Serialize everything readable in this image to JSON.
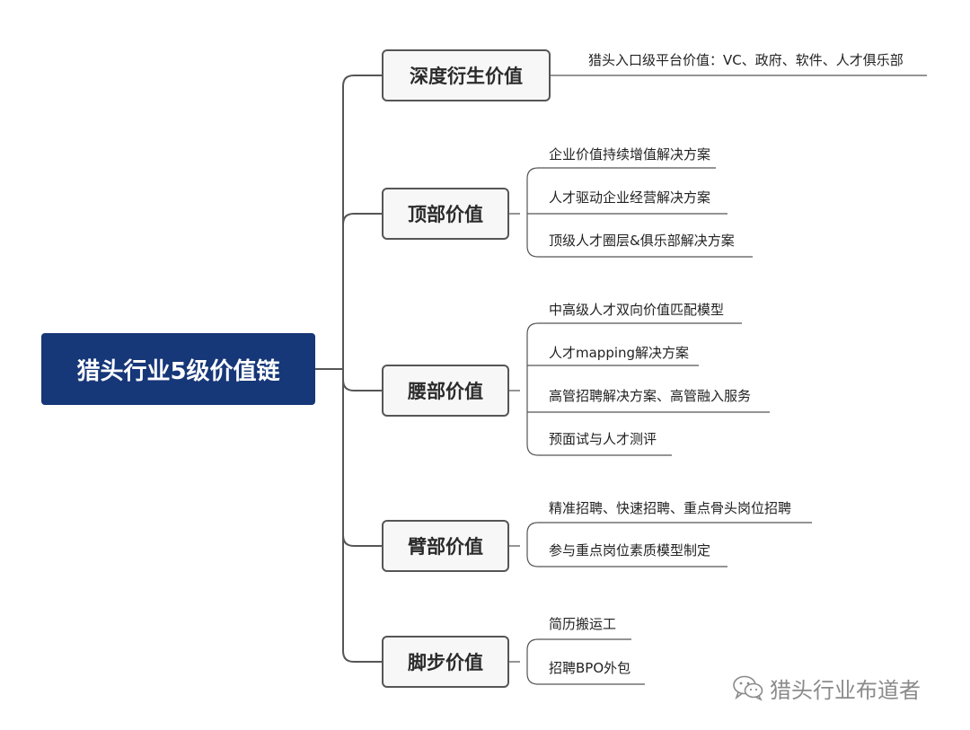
{
  "root": {
    "label": "猎头行业5级价值链"
  },
  "branches": [
    {
      "label": "深度衍生价值",
      "leaves": [
        "猎头入口级平台价值：VC、政府、软件、人才俱乐部"
      ]
    },
    {
      "label": "顶部价值",
      "leaves": [
        "企业价值持续增值解决方案",
        "人才驱动企业经营解决方案",
        "顶级人才圈层&俱乐部解决方案"
      ]
    },
    {
      "label": "腰部价值",
      "leaves": [
        "中高级人才双向价值匹配模型",
        "人才mapping解决方案",
        "高管招聘解决方案、高管融入服务",
        "预面试与人才测评"
      ]
    },
    {
      "label": "臂部价值",
      "leaves": [
        "精准招聘、快速招聘、重点骨头岗位招聘",
        "参与重点岗位素质模型制定"
      ]
    },
    {
      "label": "脚步价值",
      "leaves": [
        "简历搬运工",
        "招聘BPO外包"
      ]
    }
  ],
  "watermark": {
    "text": "猎头行业布道者",
    "icon": "wechat-icon"
  },
  "colors": {
    "root_bg": "#163778",
    "node_border": "#555555",
    "line": "#555555"
  }
}
